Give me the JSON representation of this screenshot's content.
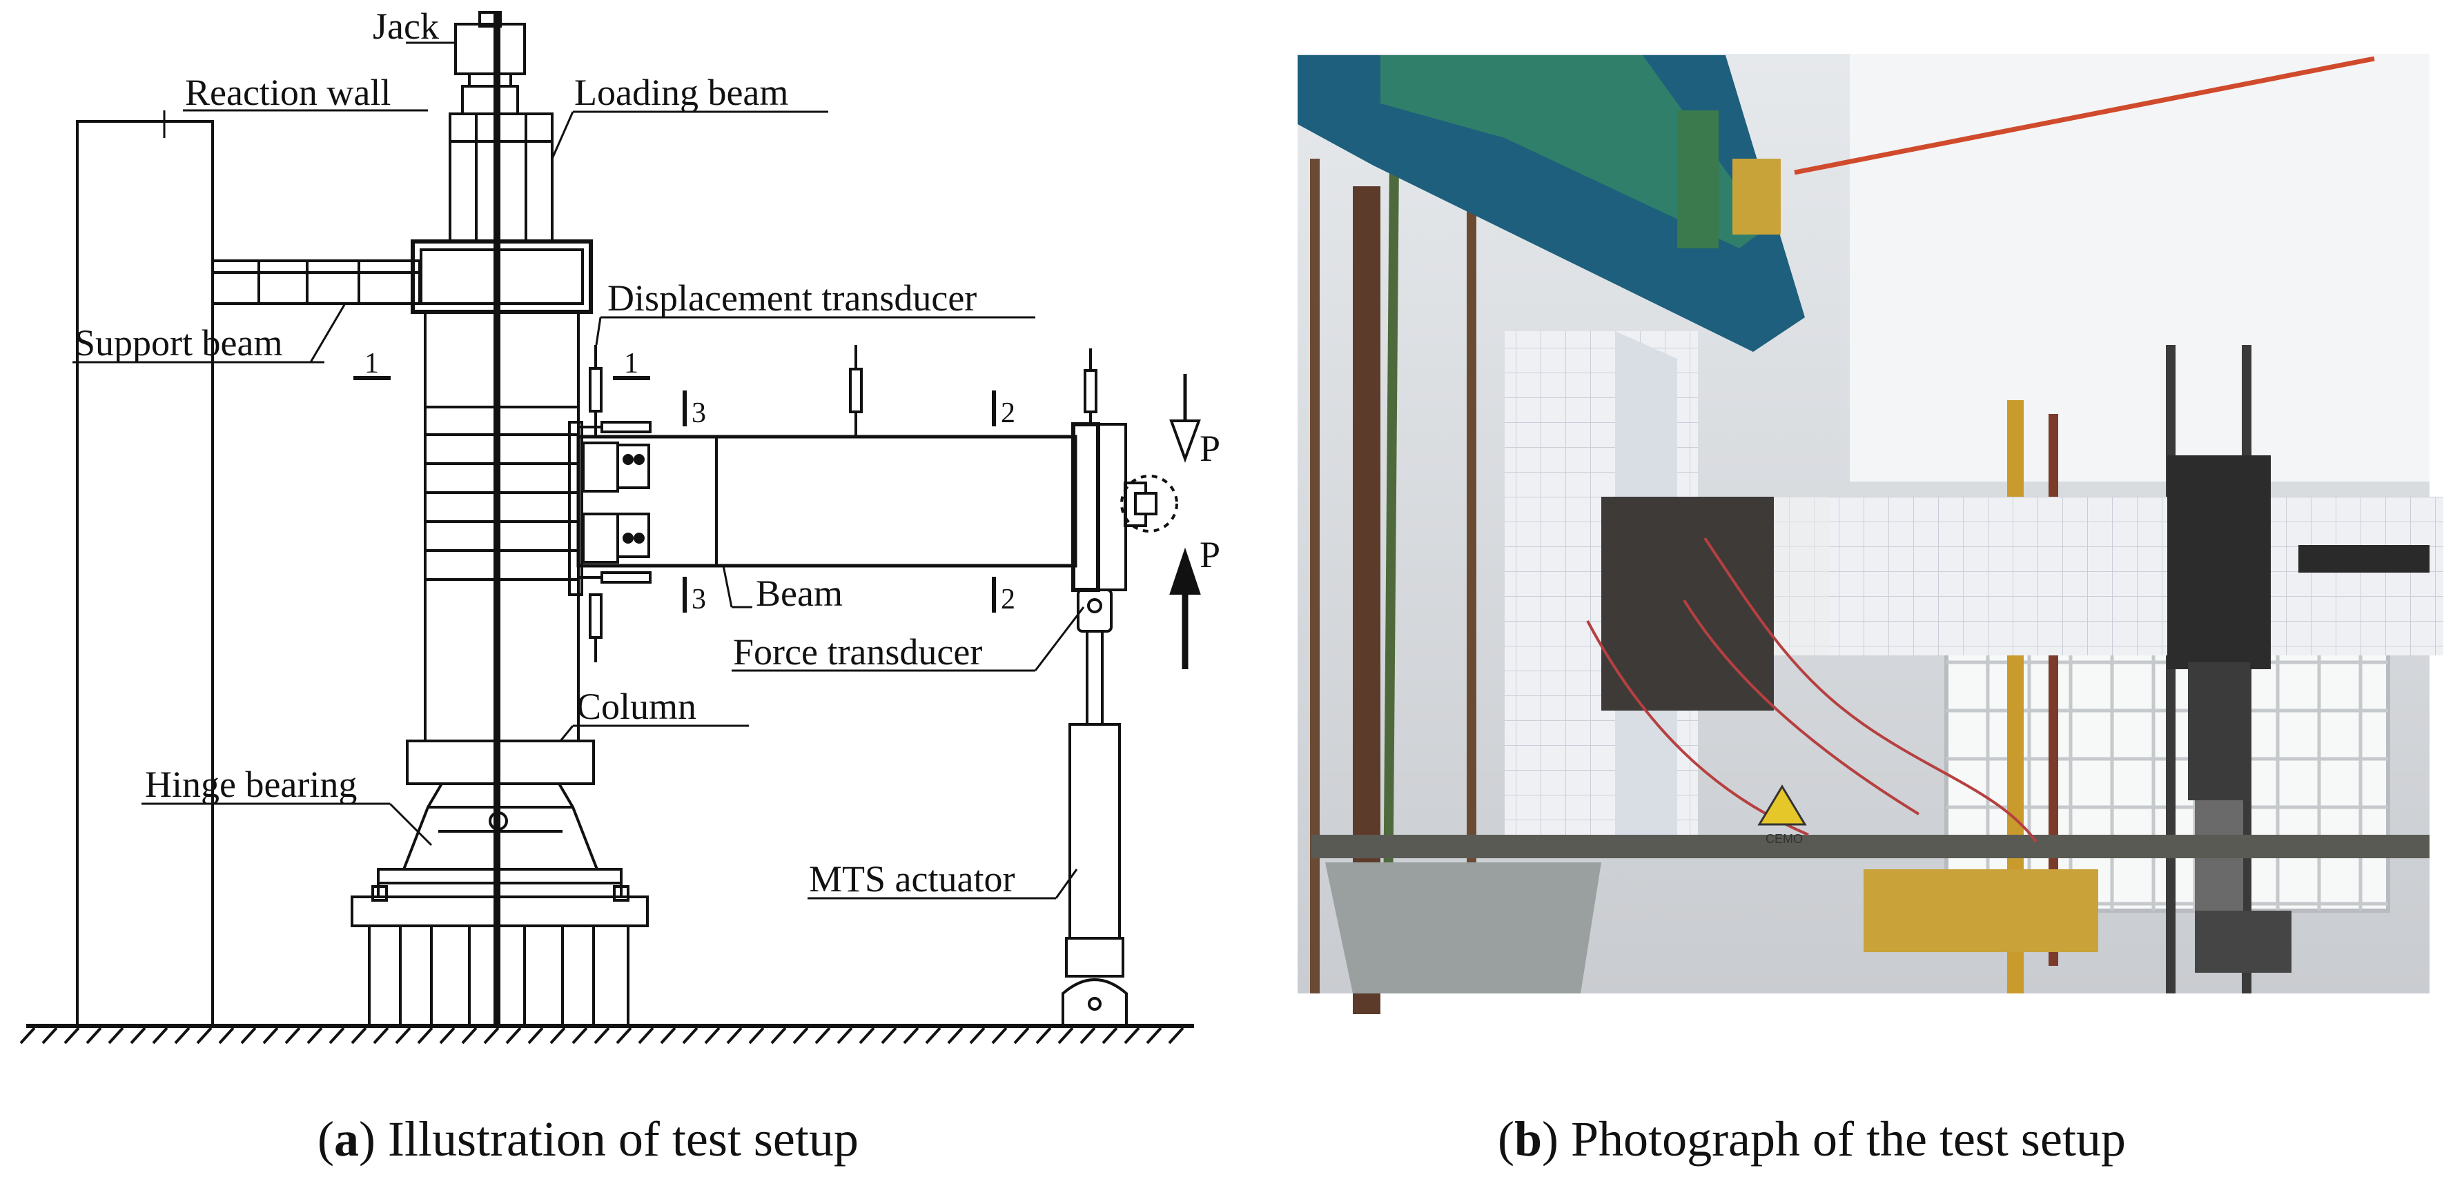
{
  "diagram": {
    "labels": {
      "jack": "Jack",
      "reaction_wall": "Reaction wall",
      "loading_beam": "Loading beam",
      "support_beam": "Support beam",
      "displacement_transducer": "Displacement transducer",
      "beam": "Beam",
      "force_transducer": "Force transducer",
      "column": "Column",
      "hinge_bearing": "Hinge bearing",
      "mts_actuator": "MTS actuator",
      "load_down": "P",
      "load_up": "P"
    },
    "section_marks": [
      "1",
      "1",
      "2",
      "2",
      "3",
      "3"
    ]
  },
  "photo": {
    "sign_text": "CEMO"
  },
  "captions": {
    "a": {
      "letter": "a",
      "text": "Illustration of test setup"
    },
    "b": {
      "letter": "b",
      "text": "Photograph of the test setup"
    }
  },
  "colors": {
    "line": "#111111",
    "photo_beam_blue": "#1d5f7c",
    "photo_specimen": "#eef0f4"
  }
}
